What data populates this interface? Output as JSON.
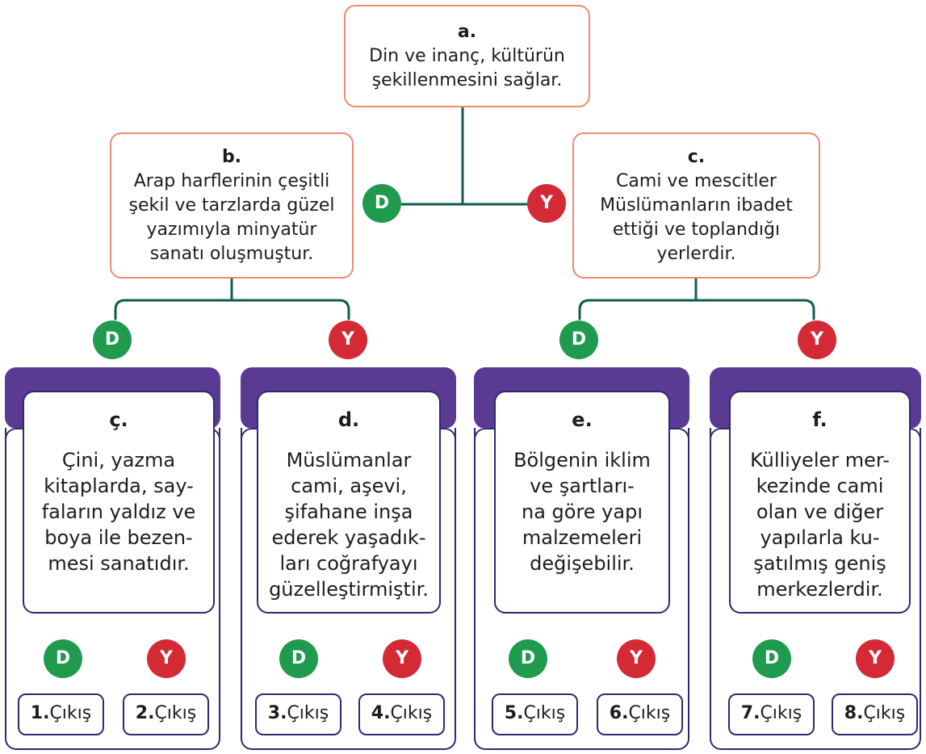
{
  "boxes": {
    "a": {
      "letter": "a.",
      "text": "Din ve inanç, kültürün\nşekillenmesini sağlar."
    },
    "b": {
      "letter": "b.",
      "text": "Arap harflerinin çeşitli\nşekil ve tarzlarda güzel\nyazımıyla minyatür\nsanatı oluşmuştur."
    },
    "c": {
      "letter": "c.",
      "text": "Cami ve mescitler\nMüslümanların ibadet\nettiği ve toplandığı\nyerlerdir."
    }
  },
  "panels": [
    {
      "letter": "ç.",
      "text": "Çini, yazma\nkitaplarda, say-\nfaların yaldız ve\nboya ile bezen-\nmesi sanatıdır.",
      "exits": [
        {
          "num": "1.",
          "label": "Çıkış"
        },
        {
          "num": "2.",
          "label": "Çıkış"
        }
      ]
    },
    {
      "letter": "d.",
      "text": "Müslümanlar\ncami, aşevi,\nşifahane inşa\nederek yaşadık-\nları coğrafyayı\ngüzelleştirmiştir.",
      "exits": [
        {
          "num": "3.",
          "label": "Çıkış"
        },
        {
          "num": "4.",
          "label": "Çıkış"
        }
      ]
    },
    {
      "letter": "e.",
      "text": "Bölgenin iklim\nve şartları-\nna göre yapı\nmalzemeleri\ndeğişebilir.",
      "exits": [
        {
          "num": "5.",
          "label": "Çıkış"
        },
        {
          "num": "6.",
          "label": "Çıkış"
        }
      ]
    },
    {
      "letter": "f.",
      "text": "Külliyeler mer-\nkezinde cami\nolan ve diğer\nyapılarla ku-\nşatılmış geniş\nmerkezlerdir.",
      "exits": [
        {
          "num": "7.",
          "label": "Çıkış"
        },
        {
          "num": "8.",
          "label": "Çıkış"
        }
      ]
    }
  ],
  "answers": {
    "true": "D",
    "false": "Y"
  },
  "colors": {
    "box_border": "#ec8b6f",
    "connector": "#0f5c52",
    "true_circle": "#1f9a4e",
    "false_circle": "#d42a35",
    "panel_band": "#5a3a92",
    "panel_border": "#2f2a6e"
  }
}
